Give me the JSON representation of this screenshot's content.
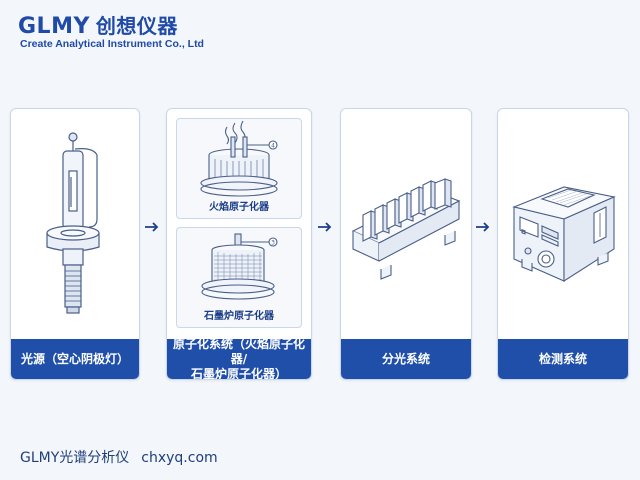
{
  "brand": {
    "name": "GLMY",
    "name_cn": "创想仪器",
    "tagline": "Create Analytical Instrument Co., Ltd"
  },
  "stages": [
    {
      "label": "光源（空心阴极灯）"
    },
    {
      "label": "原子化系统（火焰原子化器/石墨炉原子化器）",
      "line1": "原子化系统（火焰原子化器/",
      "line2": "石墨炉原子化器）",
      "sub": [
        {
          "label": "火焰原子化器",
          "callout": "4"
        },
        {
          "label": "石墨炉原子化器",
          "callout": "3"
        }
      ]
    },
    {
      "label": "分光系统"
    },
    {
      "label": "检测系统"
    }
  ],
  "footer": {
    "brand": "GLMY光谱分析仪",
    "site": "chxyq.com"
  },
  "colors": {
    "accent": "#1f4fa8",
    "background": "#f3f6fa",
    "line": "#5a6f95"
  }
}
